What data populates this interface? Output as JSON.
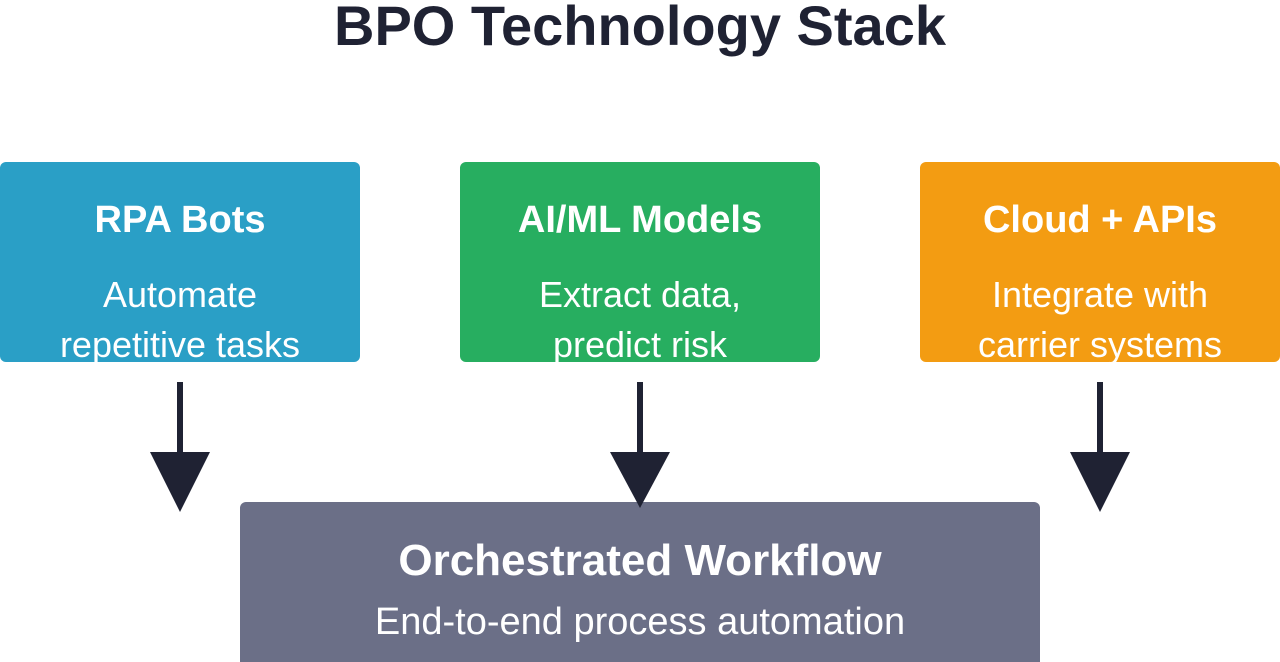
{
  "title": "BPO Technology Stack",
  "colors": {
    "rpa": "#2a9fc6",
    "aiml": "#27ae60",
    "cloud": "#f39c12",
    "workflow": "#6b6f87",
    "arrow": "#1f2233",
    "title_text": "#1f2233"
  },
  "components": [
    {
      "title": "RPA Bots",
      "desc_lines": [
        "Automate",
        "repetitive tasks"
      ]
    },
    {
      "title": "AI/ML Models",
      "desc_lines": [
        "Extract data,",
        "predict risk"
      ]
    },
    {
      "title": "Cloud + APIs",
      "desc_lines": [
        "Integrate with",
        "carrier systems"
      ]
    }
  ],
  "workflow": {
    "title": "Orchestrated Workflow",
    "desc": "End-to-end process automation"
  }
}
